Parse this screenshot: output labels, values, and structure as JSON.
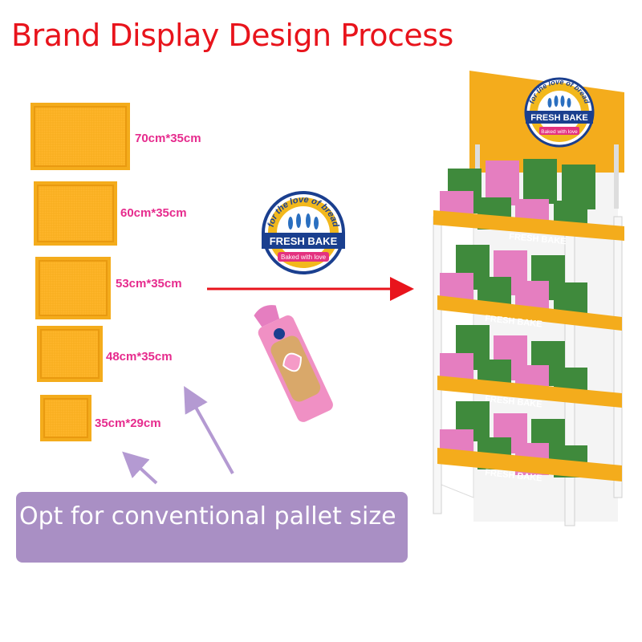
{
  "title": "Brand Display Design Process",
  "pallet_sizes": [
    "70cm*35cm",
    "60cm*35cm",
    "53cm*35cm",
    "48cm*35cm",
    "35cm*29cm"
  ],
  "banner_text": "Opt for conventional pallet size",
  "logo": {
    "arc_text": "for the love of bread",
    "brand": "FRESH BAKE",
    "tagline": "Baked with love"
  },
  "shelf_label": "FRESH BAKE",
  "colors": {
    "title": "#e8141c",
    "size_label": "#e62b8d",
    "tray": "#f8ae20",
    "banner": "#a98fc4",
    "arrow_red": "#e8141c",
    "arrow_purple": "#b49ad2",
    "logo_blue": "#1a3f8f",
    "box_green": "#3f8a3c",
    "box_pink": "#e57ec0"
  }
}
